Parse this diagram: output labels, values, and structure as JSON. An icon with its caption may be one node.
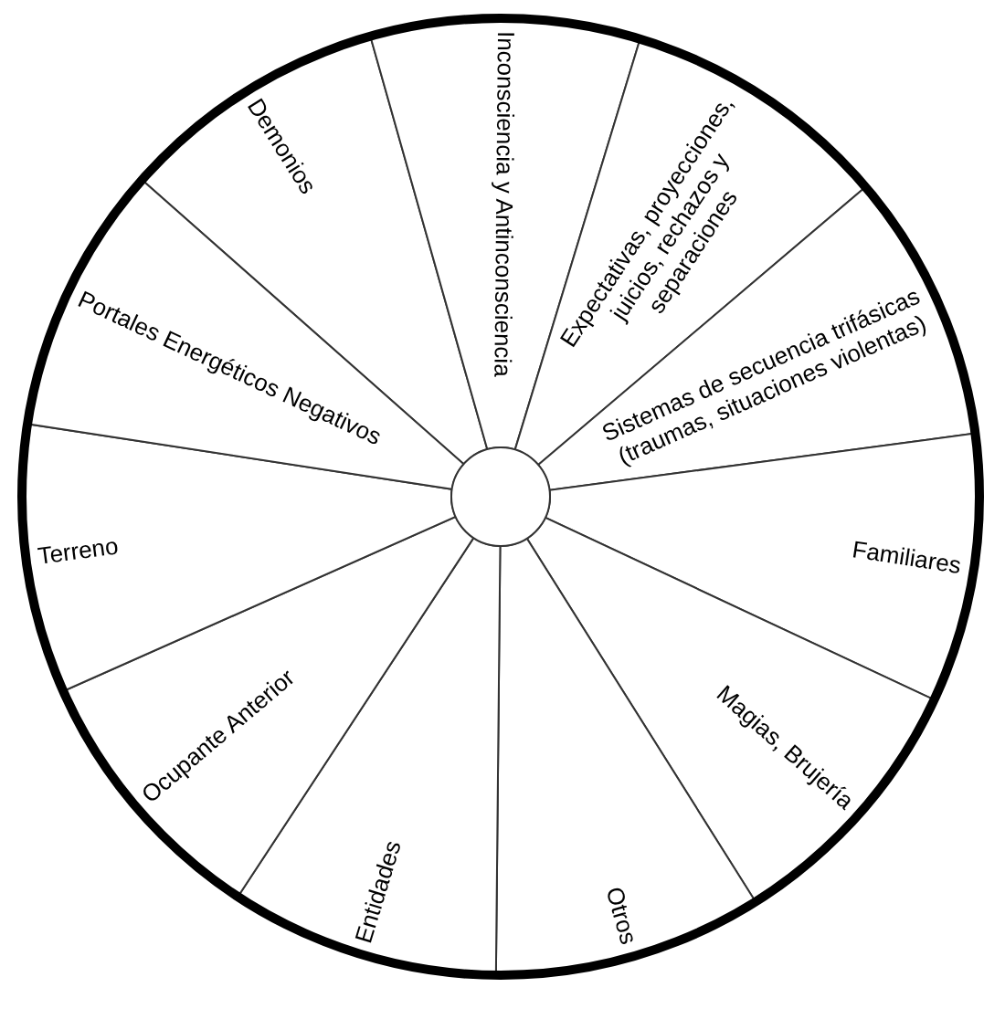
{
  "diagram": {
    "nodes": [
      {
        "text": [
          "Demonios"
        ]
      },
      {
        "text": [
          "Inconsciencia y Antinconsciencia"
        ]
      },
      {
        "text": [
          "Expectativas, proyecciones, juicios, rechazos y separaciones"
        ]
      },
      {
        "text": [
          "Sistemas de secuencia trifásicas (traumas, situaciones violentas)"
        ]
      },
      {
        "text": [
          "Familiares"
        ]
      },
      {
        "text": [
          "Magias, Brujería"
        ]
      },
      {
        "text": [
          "Otros"
        ]
      },
      {
        "text": [
          "Entidades"
        ]
      },
      {
        "text": [
          "Ocupante Anterior"
        ]
      },
      {
        "text": [
          "Terreno"
        ]
      },
      {
        "text": [
          "Portales Energéticos Negativos"
        ]
      }
    ]
  }
}
